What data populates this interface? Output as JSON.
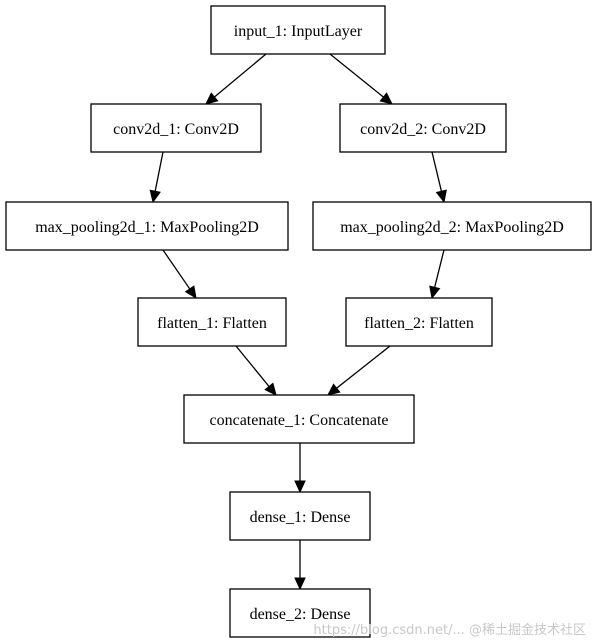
{
  "nodes": {
    "input_1": "input_1: InputLayer",
    "conv2d_1": "conv2d_1: Conv2D",
    "conv2d_2": "conv2d_2: Conv2D",
    "max_pooling2d_1": "max_pooling2d_1: MaxPooling2D",
    "max_pooling2d_2": "max_pooling2d_2: MaxPooling2D",
    "flatten_1": "flatten_1: Flatten",
    "flatten_2": "flatten_2: Flatten",
    "concatenate_1": "concatenate_1: Concatenate",
    "dense_1": "dense_1: Dense",
    "dense_2": "dense_2: Dense"
  },
  "edges": [
    [
      "input_1",
      "conv2d_1"
    ],
    [
      "input_1",
      "conv2d_2"
    ],
    [
      "conv2d_1",
      "max_pooling2d_1"
    ],
    [
      "conv2d_2",
      "max_pooling2d_2"
    ],
    [
      "max_pooling2d_1",
      "flatten_1"
    ],
    [
      "max_pooling2d_2",
      "flatten_2"
    ],
    [
      "flatten_1",
      "concatenate_1"
    ],
    [
      "flatten_2",
      "concatenate_1"
    ],
    [
      "concatenate_1",
      "dense_1"
    ],
    [
      "dense_1",
      "dense_2"
    ]
  ],
  "watermark": "https://blog.csdn.net/... @稀土掘金技术社区"
}
